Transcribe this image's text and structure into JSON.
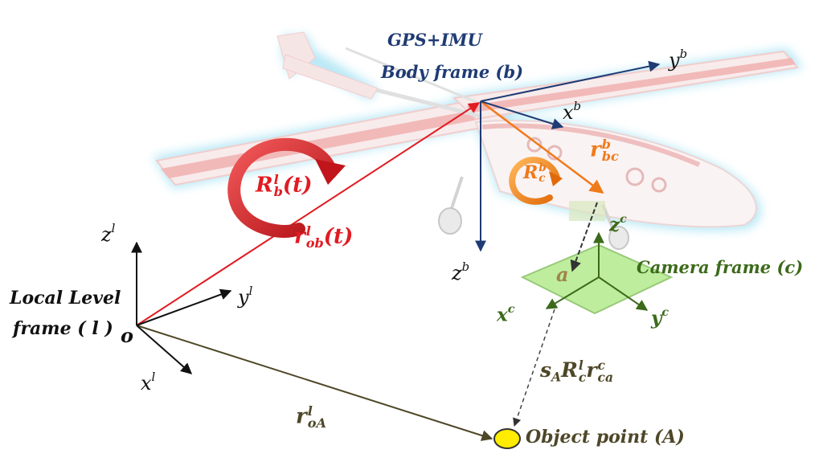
{
  "labels": {
    "gps_imu": "GPS+IMU",
    "body_frame": "Body frame (b)",
    "camera_frame": "Camera frame (c)",
    "local_level_line1": "Local Level",
    "local_level_line2": "frame ( l )",
    "origin": "o",
    "object_point": "Object point (A)",
    "image_point": "a"
  },
  "axes": {
    "body": {
      "x": "x",
      "y": "y",
      "z": "z",
      "frame": "b"
    },
    "local": {
      "x": "x",
      "y": "y",
      "z": "z",
      "frame": "l"
    },
    "camera": {
      "x": "x",
      "y": "y",
      "z": "z",
      "frame": "c"
    }
  },
  "vectors": {
    "r_ob": {
      "base": "r",
      "sup": "l",
      "sub": "ob",
      "arg": "(t)"
    },
    "r_bc": {
      "base": "r",
      "sup": "b",
      "sub": "bc"
    },
    "r_oA": {
      "base": "r",
      "sup": "l",
      "sub": "oA"
    },
    "R_bl": {
      "base": "R",
      "sup": "l",
      "sub": "b",
      "arg": "(t)"
    },
    "R_cb": {
      "base": "R",
      "sup": "b",
      "sub": "c"
    },
    "scale_term": {
      "s": "s",
      "s_sub": "A",
      "R": "R",
      "R_sup": "l",
      "R_sub": "c",
      "r": "r",
      "r_sup": "c",
      "r_sub": "ca"
    }
  },
  "colors": {
    "red": "#e11b22",
    "orange": "#f07a1b",
    "navy": "#1f3b73",
    "green": "#3c6a1a",
    "olive": "#4e4728",
    "yellow": "#ffec00",
    "glow": "#7fd6ee"
  },
  "icons": [
    "aircraft-image",
    "rotation-arrow-icon",
    "camera-plane"
  ]
}
